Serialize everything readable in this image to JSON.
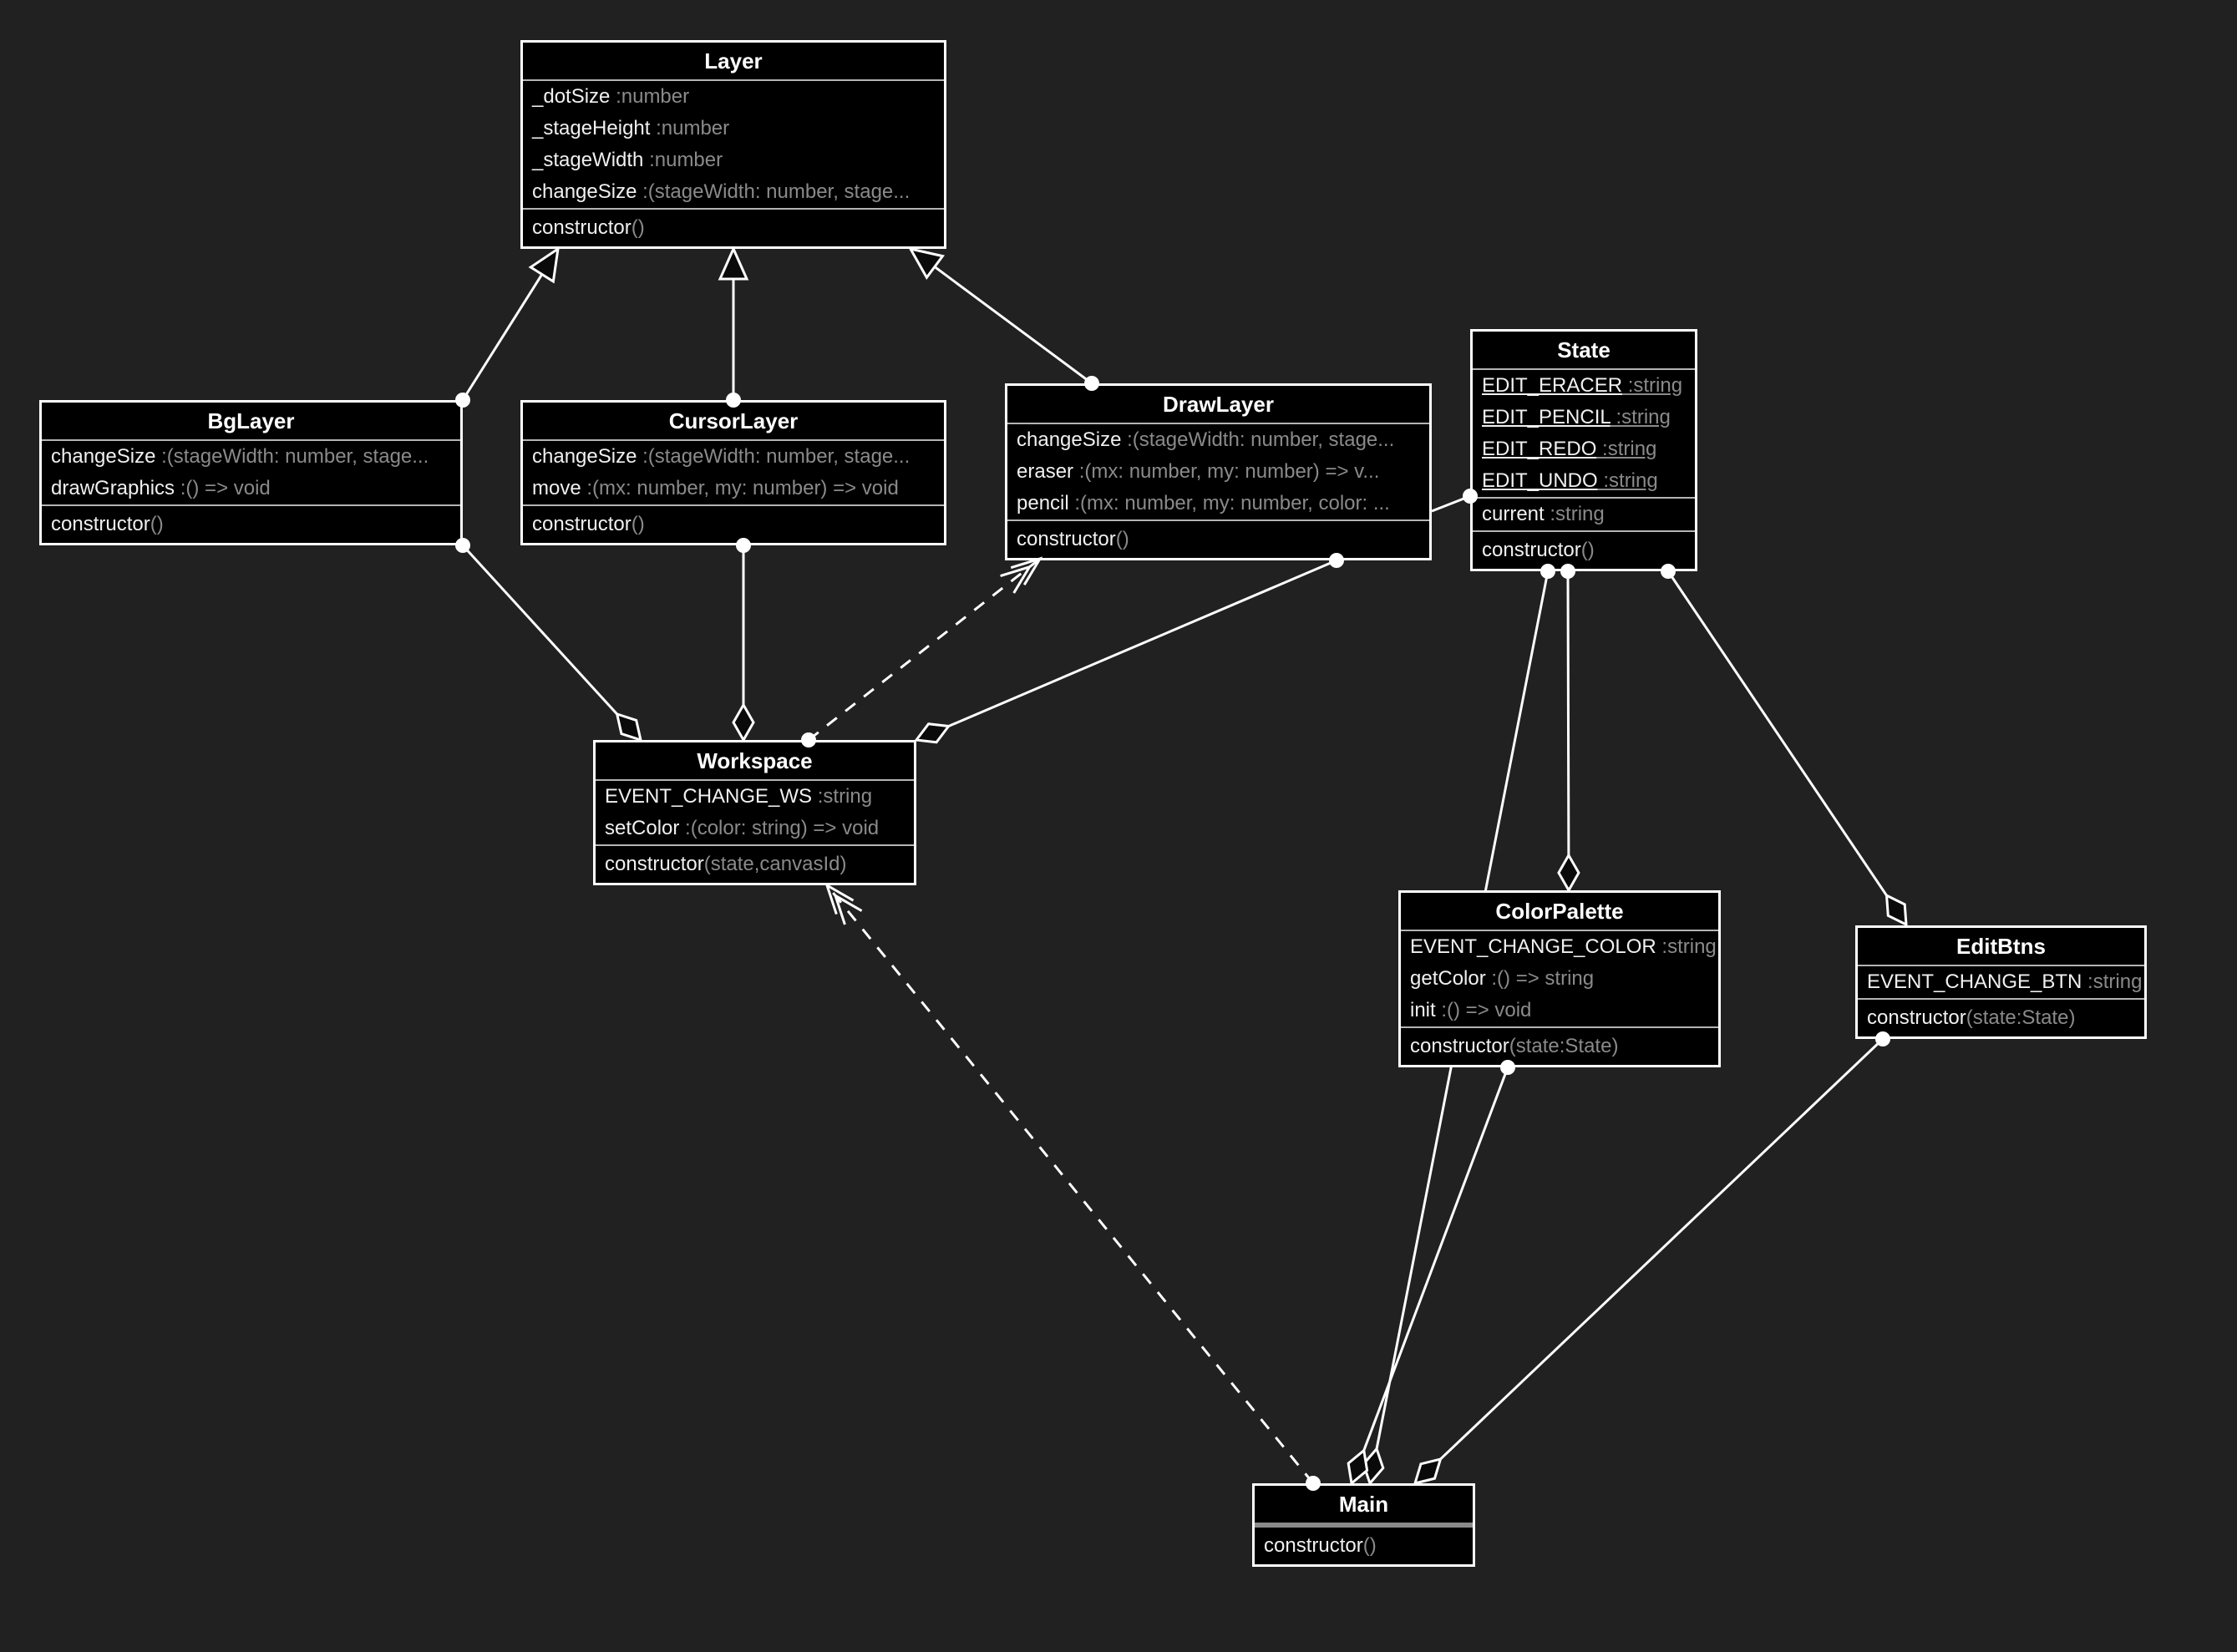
{
  "diagram_title": "UML class diagram",
  "colors": {
    "background": "#212121",
    "box_fill": "#000000",
    "box_border": "#ffffff",
    "edge_line": "#ffffff",
    "member_name_text": "#f0f0f0",
    "member_type_text": "#8a8a8a",
    "divider": "#b4b4b4"
  },
  "classes": [
    {
      "name": "Layer",
      "sections": [
        [
          {
            "n": "_dotSize",
            "t": " :number"
          },
          {
            "n": "_stageHeight",
            "t": " :number"
          },
          {
            "n": "_stageWidth",
            "t": " :number"
          },
          {
            "n": "changeSize",
            "t": " :(stageWidth: number, stage..."
          }
        ],
        [
          {
            "n": "constructor",
            "t": "()"
          }
        ]
      ]
    },
    {
      "name": "BgLayer",
      "sections": [
        [
          {
            "n": "changeSize",
            "t": " :(stageWidth: number, stage..."
          },
          {
            "n": "drawGraphics",
            "t": " :() => void"
          }
        ],
        [
          {
            "n": "constructor",
            "t": "()"
          }
        ]
      ]
    },
    {
      "name": "CursorLayer",
      "sections": [
        [
          {
            "n": "changeSize",
            "t": " :(stageWidth: number, stage..."
          },
          {
            "n": "move",
            "t": " :(mx: number, my: number) => void"
          }
        ],
        [
          {
            "n": "constructor",
            "t": "()"
          }
        ]
      ]
    },
    {
      "name": "DrawLayer",
      "sections": [
        [
          {
            "n": "changeSize",
            "t": " :(stageWidth: number, stage..."
          },
          {
            "n": "eraser",
            "t": " :(mx: number, my: number) => v..."
          },
          {
            "n": "pencil",
            "t": " :(mx: number, my: number, color: ..."
          }
        ],
        [
          {
            "n": "constructor",
            "t": "()"
          }
        ]
      ]
    },
    {
      "name": "State",
      "sections": [
        [
          {
            "n": "EDIT_ERACER",
            "t": " :string",
            "u": true
          },
          {
            "n": "EDIT_PENCIL",
            "t": " :string",
            "u": true
          },
          {
            "n": "EDIT_REDO",
            "t": " :string",
            "u": true
          },
          {
            "n": "EDIT_UNDO",
            "t": " :string",
            "u": true
          }
        ],
        [
          {
            "n": "current",
            "t": " :string"
          }
        ],
        [
          {
            "n": "constructor",
            "t": "()"
          }
        ]
      ]
    },
    {
      "name": "Workspace",
      "sections": [
        [
          {
            "n": "EVENT_CHANGE_WS",
            "t": " :string"
          },
          {
            "n": "setColor",
            "t": " :(color: string) => void"
          }
        ],
        [
          {
            "n": "constructor",
            "t": "(state,canvasId)"
          }
        ]
      ]
    },
    {
      "name": "ColorPalette",
      "sections": [
        [
          {
            "n": "EVENT_CHANGE_COLOR",
            "t": " :string"
          },
          {
            "n": "getColor",
            "t": " :() => string"
          },
          {
            "n": "init",
            "t": " :() => void"
          }
        ],
        [
          {
            "n": "constructor",
            "t": "(state:State)"
          }
        ]
      ]
    },
    {
      "name": "EditBtns",
      "sections": [
        [
          {
            "n": "EVENT_CHANGE_BTN",
            "t": " :string"
          }
        ],
        [
          {
            "n": "constructor",
            "t": "(state:State)"
          }
        ]
      ]
    },
    {
      "name": "Main",
      "sections": [
        [
          {
            "n": "constructor",
            "t": "()"
          }
        ]
      ]
    }
  ],
  "relations": [
    {
      "from": "BgLayer",
      "to": "Layer",
      "type": "inheritance"
    },
    {
      "from": "CursorLayer",
      "to": "Layer",
      "type": "inheritance"
    },
    {
      "from": "DrawLayer",
      "to": "Layer",
      "type": "inheritance"
    },
    {
      "from": "BgLayer",
      "to": "Workspace",
      "type": "aggregation"
    },
    {
      "from": "CursorLayer",
      "to": "Workspace",
      "type": "aggregation"
    },
    {
      "from": "Workspace",
      "to": "DrawLayer",
      "type": "dependency"
    },
    {
      "from": "DrawLayer",
      "to": "Workspace",
      "type": "aggregation"
    },
    {
      "from": "DrawLayer",
      "to": "State",
      "type": "association"
    },
    {
      "from": "State",
      "to": "ColorPalette",
      "type": "aggregation"
    },
    {
      "from": "State",
      "to": "Main",
      "type": "aggregation"
    },
    {
      "from": "State",
      "to": "EditBtns",
      "type": "aggregation"
    },
    {
      "from": "ColorPalette",
      "to": "Main",
      "type": "aggregation"
    },
    {
      "from": "EditBtns",
      "to": "Main",
      "type": "aggregation"
    },
    {
      "from": "Main",
      "to": "Workspace",
      "type": "dependency"
    }
  ]
}
